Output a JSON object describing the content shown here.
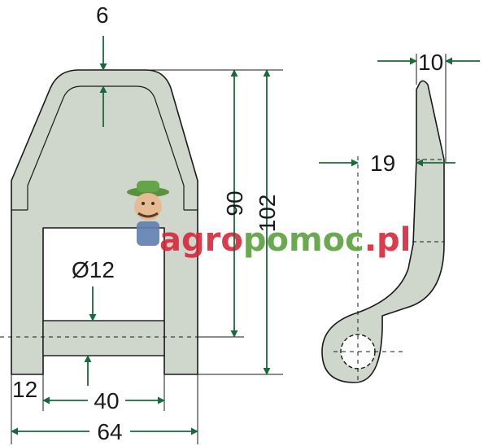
{
  "dimensions": {
    "wall_thickness": "6",
    "inner_height": "90",
    "total_height": "102",
    "hole_diameter": "Ø12",
    "leg_width": "12",
    "inner_width": "40",
    "total_width": "64",
    "blade_thickness": "10",
    "hole_offset": "19"
  },
  "watermark": {
    "prefix": "agro",
    "brand": "pomoc",
    "suffix": ".pl"
  },
  "colors": {
    "part_fill": "#cfd6cc",
    "outline": "#1a1a1a",
    "arrow": "#176a3a",
    "watermark_red": "#d9263a",
    "watermark_green": "#5aa03c"
  }
}
